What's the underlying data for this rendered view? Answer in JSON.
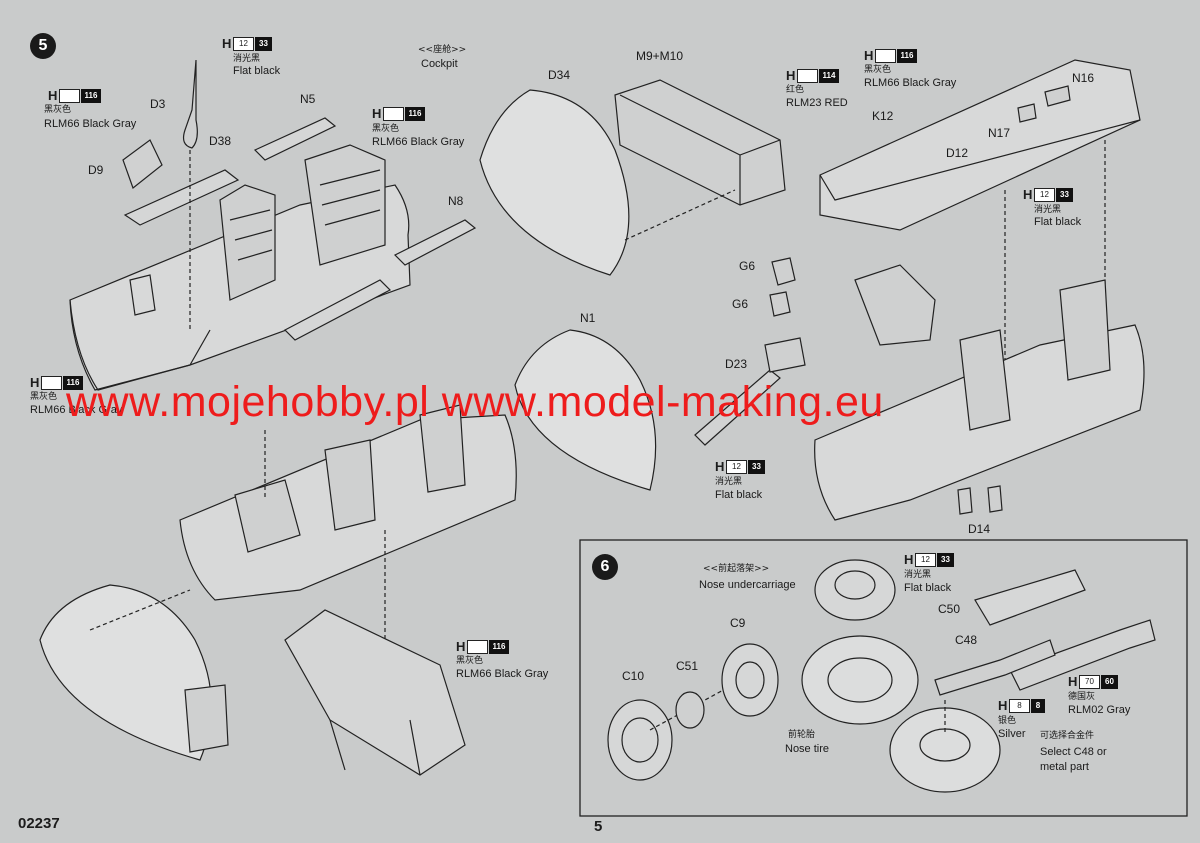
{
  "page": {
    "code": "02237",
    "number": "5",
    "watermark": "www.mojehobby.pl www.model-making.eu"
  },
  "step5": {
    "number": "5",
    "cockpit_title_cn": "<<座舱>>",
    "cockpit_title": "Cockpit",
    "parts": {
      "D3": "D3",
      "D9": "D9",
      "D38": "D38",
      "N5": "N5",
      "N8": "N8",
      "D34": "D34",
      "M9M10": "M9+M10",
      "N1": "N1",
      "G6a": "G6",
      "G6b": "G6",
      "D23": "D23",
      "N16": "N16",
      "K12": "K12",
      "N17": "N17",
      "D12": "D12",
      "D14": "D14"
    },
    "paint_flat_black_top": {
      "h": "H",
      "code": "12",
      "num": "33",
      "cn": "消光黑",
      "en": "Flat black"
    },
    "paint_black_gray_left": {
      "h": "H",
      "num": "116",
      "cn": "黑灰色",
      "en": "RLM66 Black Gray"
    },
    "paint_black_gray_mid": {
      "h": "H",
      "num": "116",
      "cn": "黑灰色",
      "en": "RLM66 Black Gray"
    },
    "paint_red": {
      "h": "H",
      "num": "114",
      "cn": "红色",
      "en": "RLM23 RED"
    },
    "paint_black_gray_right": {
      "h": "H",
      "num": "116",
      "cn": "黑灰色",
      "en": "RLM66 Black Gray"
    },
    "paint_flat_black_right": {
      "h": "H",
      "code": "12",
      "num": "33",
      "cn": "消光黑",
      "en": "Flat black"
    },
    "paint_black_gray_lower_left": {
      "h": "H",
      "num": "116",
      "cn": "黑灰色",
      "en": "RLM66 Black Gray"
    },
    "paint_flat_black_d23": {
      "h": "H",
      "code": "12",
      "num": "33",
      "cn": "消光黑",
      "en": "Flat black"
    },
    "paint_black_gray_bottom": {
      "h": "H",
      "num": "116",
      "cn": "黑灰色",
      "en": "RLM66 Black Gray"
    }
  },
  "step6": {
    "number": "6",
    "title_cn": "<<前起落架>>",
    "title": "Nose undercarriage",
    "parts": {
      "C9": "C9",
      "C10": "C10",
      "C51": "C51",
      "C50": "C50",
      "C48": "C48"
    },
    "tire_cn": "前轮胎",
    "tire": "Nose tire",
    "paint_flat_black": {
      "h": "H",
      "code": "12",
      "num": "33",
      "cn": "消光黑",
      "en": "Flat black"
    },
    "paint_silver": {
      "h": "H",
      "code": "8",
      "num": "8",
      "cn": "银色",
      "en": "Silver"
    },
    "paint_gray": {
      "h": "H",
      "code": "70",
      "num": "60",
      "cn": "德国灰",
      "en": "RLM02 Gray"
    },
    "option_cn": "可选择合金件",
    "option": "Select C48 or",
    "option2": "metal part"
  },
  "colors": {
    "paper": "#c9cbcb",
    "ink": "#1c1c1c",
    "watermark": "#ee1c1c",
    "paint_box": "#111111"
  }
}
